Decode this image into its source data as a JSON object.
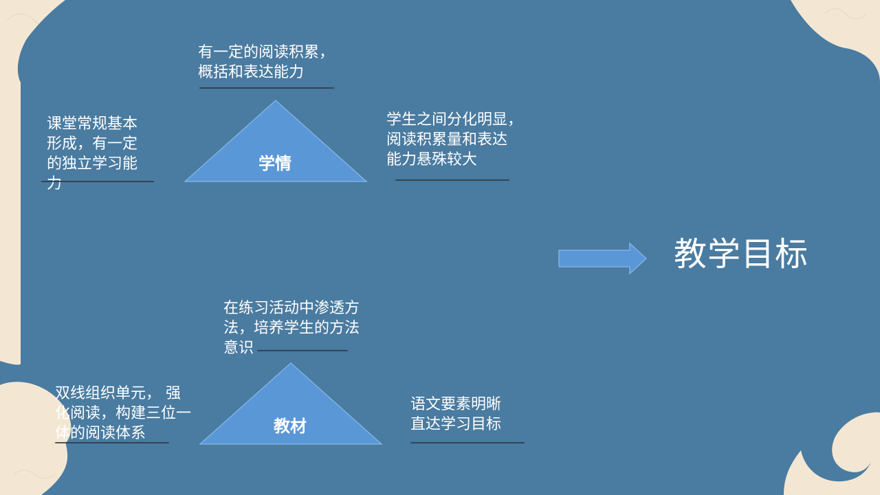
{
  "colors": {
    "paper": "#f3e7d4",
    "panel": "#4a7ba0",
    "shape_fill": "#5a97d6",
    "shape_stroke": "#7fb2e4",
    "text": "#ffffff"
  },
  "learning_situation": {
    "label": "学情",
    "top_text": "有一定的阅读积累，\n概括和表达能力",
    "left_text": "课堂常规基本\n形成，有一定\n的独立学习能\n力",
    "right_text": "学生之间分化明显，\n阅读积累量和表达\n能力悬殊较大"
  },
  "textbook": {
    "label": "教材",
    "top_text": "在练习活动中渗透方\n法，培养学生的方法\n意识",
    "left_text": "  双线组织单元， 强\n化阅读，构建三位一\n体的阅读体系",
    "right_text": "语文要素明晰\n直达学习目标"
  },
  "conclusion": {
    "arrow_icon": "right-arrow-icon",
    "title": "教学目标"
  }
}
